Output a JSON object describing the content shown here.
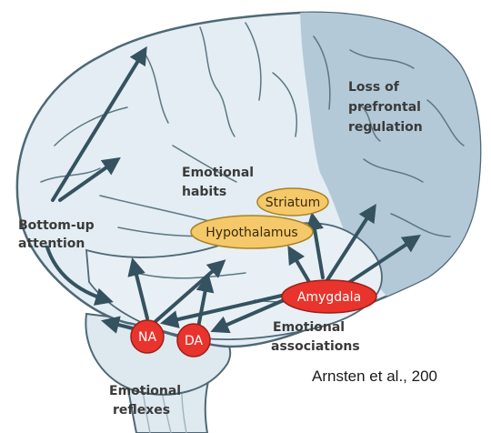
{
  "diagram": {
    "labels": {
      "loss": [
        "Loss of",
        "prefrontal",
        "regulation"
      ],
      "habits": [
        "Emotional",
        "habits"
      ],
      "bottom_up": [
        "Bottom-up",
        "attention"
      ],
      "associations": [
        "Emotional",
        "associations"
      ],
      "reflexes": [
        "Emotional",
        "reflexes"
      ]
    },
    "nodes": {
      "striatum": "Striatum",
      "hypothalamus": "Hypothalamus",
      "amygdala": "Amygdala",
      "na": "NA",
      "da": "DA"
    },
    "colors": {
      "brain_fill": "#e3edf3",
      "prefrontal_fill": "#b4c9d7",
      "outline": "#4e6876",
      "arrow": "#34525f",
      "oval_yellow": "#f5c969",
      "oval_red": "#e8342c"
    }
  },
  "citation": "Arnsten et al., 200"
}
